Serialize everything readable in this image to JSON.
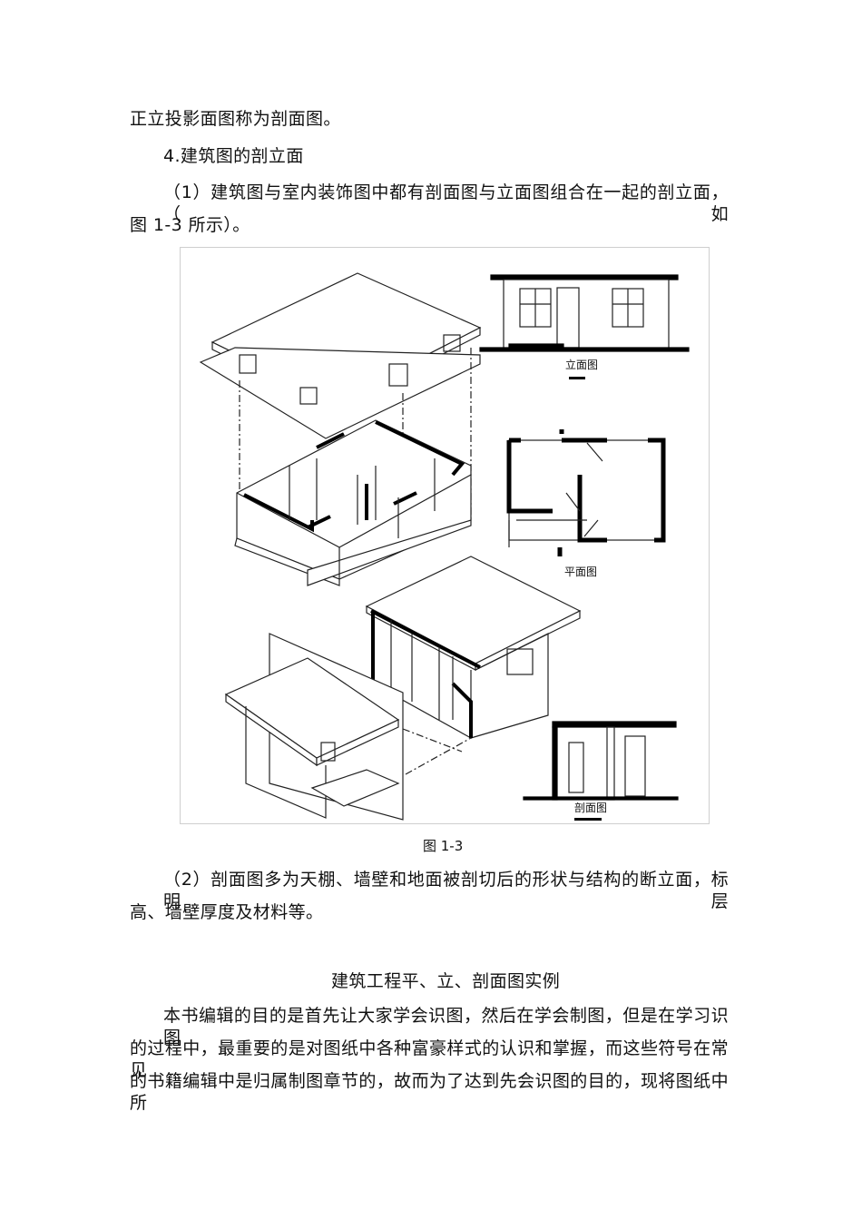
{
  "paragraphs": {
    "p1_tail": "正立投影面图称为剖面图。",
    "heading_4": "4.建筑图的剖立面",
    "p2_line1": "（1）建筑图与室内装饰图中都有剖面图与立面图组合在一起的剖立面，（如",
    "p2_line2": "图 1-3 所示）。",
    "p3_line1": "（2）剖面图多为天棚、墙壁和地面被剖切后的形状与结构的断立面，标明层",
    "p3_line2": "高、墙壁厚度及材料等。",
    "section_title": "建筑工程平、立、剖面图实例",
    "p4_line1": "本书编辑的目的是首先让大家学会识图，然后在学会制图，但是在学习识图",
    "p4_line2": "的过程中，最重要的是对图纸中各种富豪样式的认识和掌握，而这些符号在常见",
    "p4_line3": "的书籍编辑中是归属制图章节的，故而为了达到先会识图的目的，现将图纸中所"
  },
  "figure": {
    "caption": "图 1-3",
    "label_elevation": "立面图",
    "label_plan": "平面图",
    "label_section": "剖面图"
  }
}
